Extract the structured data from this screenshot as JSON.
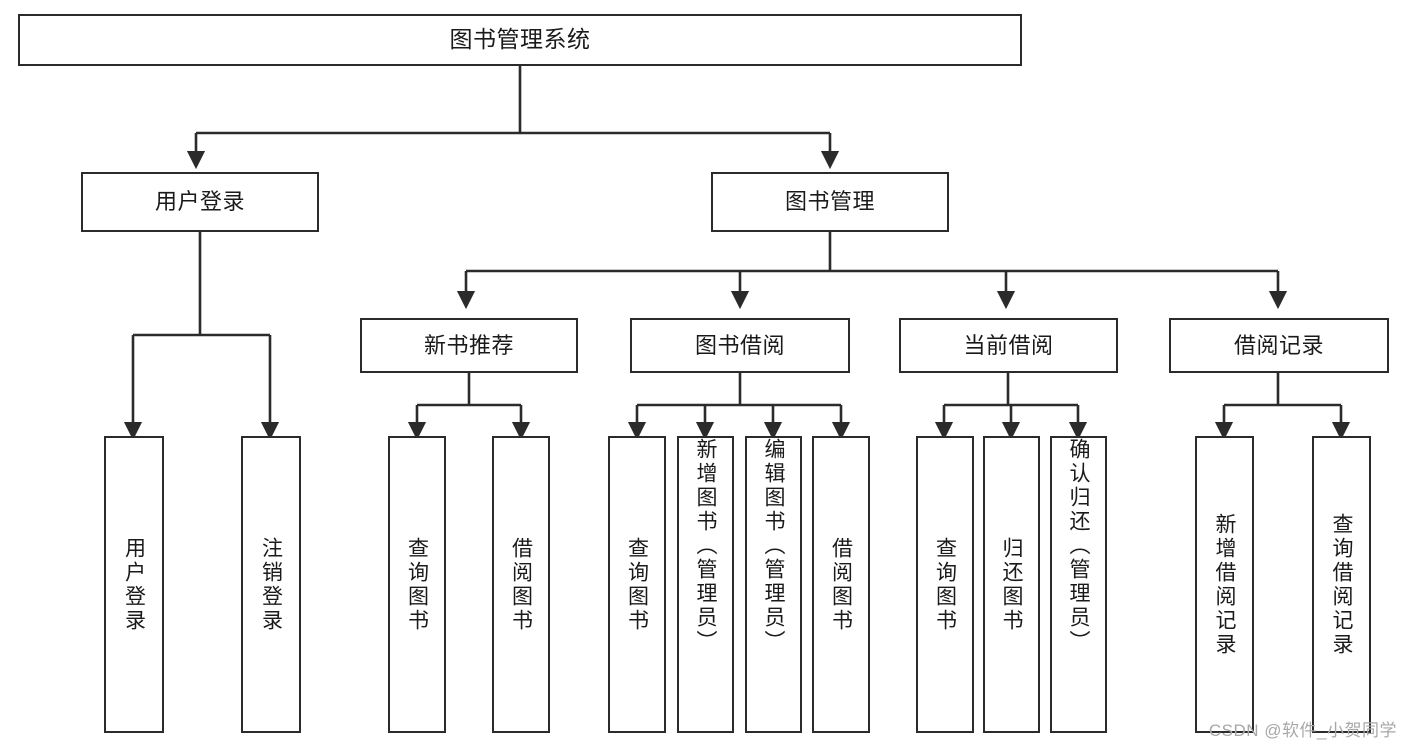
{
  "diagram": {
    "type": "tree",
    "title": "图书管理系统",
    "watermark": "CSDN @软件_小贺同学",
    "colors": {
      "stroke": "#2b2b2b",
      "fill": "#ffffff",
      "text": "#1a1a1a",
      "watermark": "#a8a8a8"
    },
    "levels": {
      "root": {
        "label": "图书管理系统"
      },
      "level2": [
        {
          "id": "user-login",
          "label": "用户登录"
        },
        {
          "id": "book-management",
          "label": "图书管理"
        }
      ],
      "level3": [
        {
          "id": "new-book-recommend",
          "label": "新书推荐",
          "parent": "book-management"
        },
        {
          "id": "book-borrow",
          "label": "图书借阅",
          "parent": "book-management"
        },
        {
          "id": "current-borrow",
          "label": "当前借阅",
          "parent": "book-management"
        },
        {
          "id": "borrow-record",
          "label": "借阅记录",
          "parent": "book-management"
        }
      ],
      "leaves": [
        {
          "id": "leaf-user-login",
          "label": "用户登录",
          "parent": "user-login"
        },
        {
          "id": "leaf-logout-login",
          "label": "注销登录",
          "parent": "user-login"
        },
        {
          "id": "leaf-query-book-1",
          "label": "查询图书",
          "parent": "new-book-recommend"
        },
        {
          "id": "leaf-borrow-book-1",
          "label": "借阅图书",
          "parent": "new-book-recommend"
        },
        {
          "id": "leaf-query-book-2",
          "label": "查询图书",
          "parent": "book-borrow"
        },
        {
          "id": "leaf-add-book-admin",
          "label": "新增图书（管理员）",
          "parent": "book-borrow"
        },
        {
          "id": "leaf-edit-book-admin",
          "label": "编辑图书（管理员）",
          "parent": "book-borrow"
        },
        {
          "id": "leaf-borrow-book-2",
          "label": "借阅图书",
          "parent": "book-borrow"
        },
        {
          "id": "leaf-query-book-3",
          "label": "查询图书",
          "parent": "current-borrow"
        },
        {
          "id": "leaf-return-book",
          "label": "归还图书",
          "parent": "current-borrow"
        },
        {
          "id": "leaf-confirm-return-admin",
          "label": "确认归还（管理员）",
          "parent": "current-borrow"
        },
        {
          "id": "leaf-add-borrow-record",
          "label": "新增借阅记录",
          "parent": "borrow-record"
        },
        {
          "id": "leaf-query-borrow-record",
          "label": "查询借阅记录",
          "parent": "borrow-record"
        }
      ]
    }
  }
}
